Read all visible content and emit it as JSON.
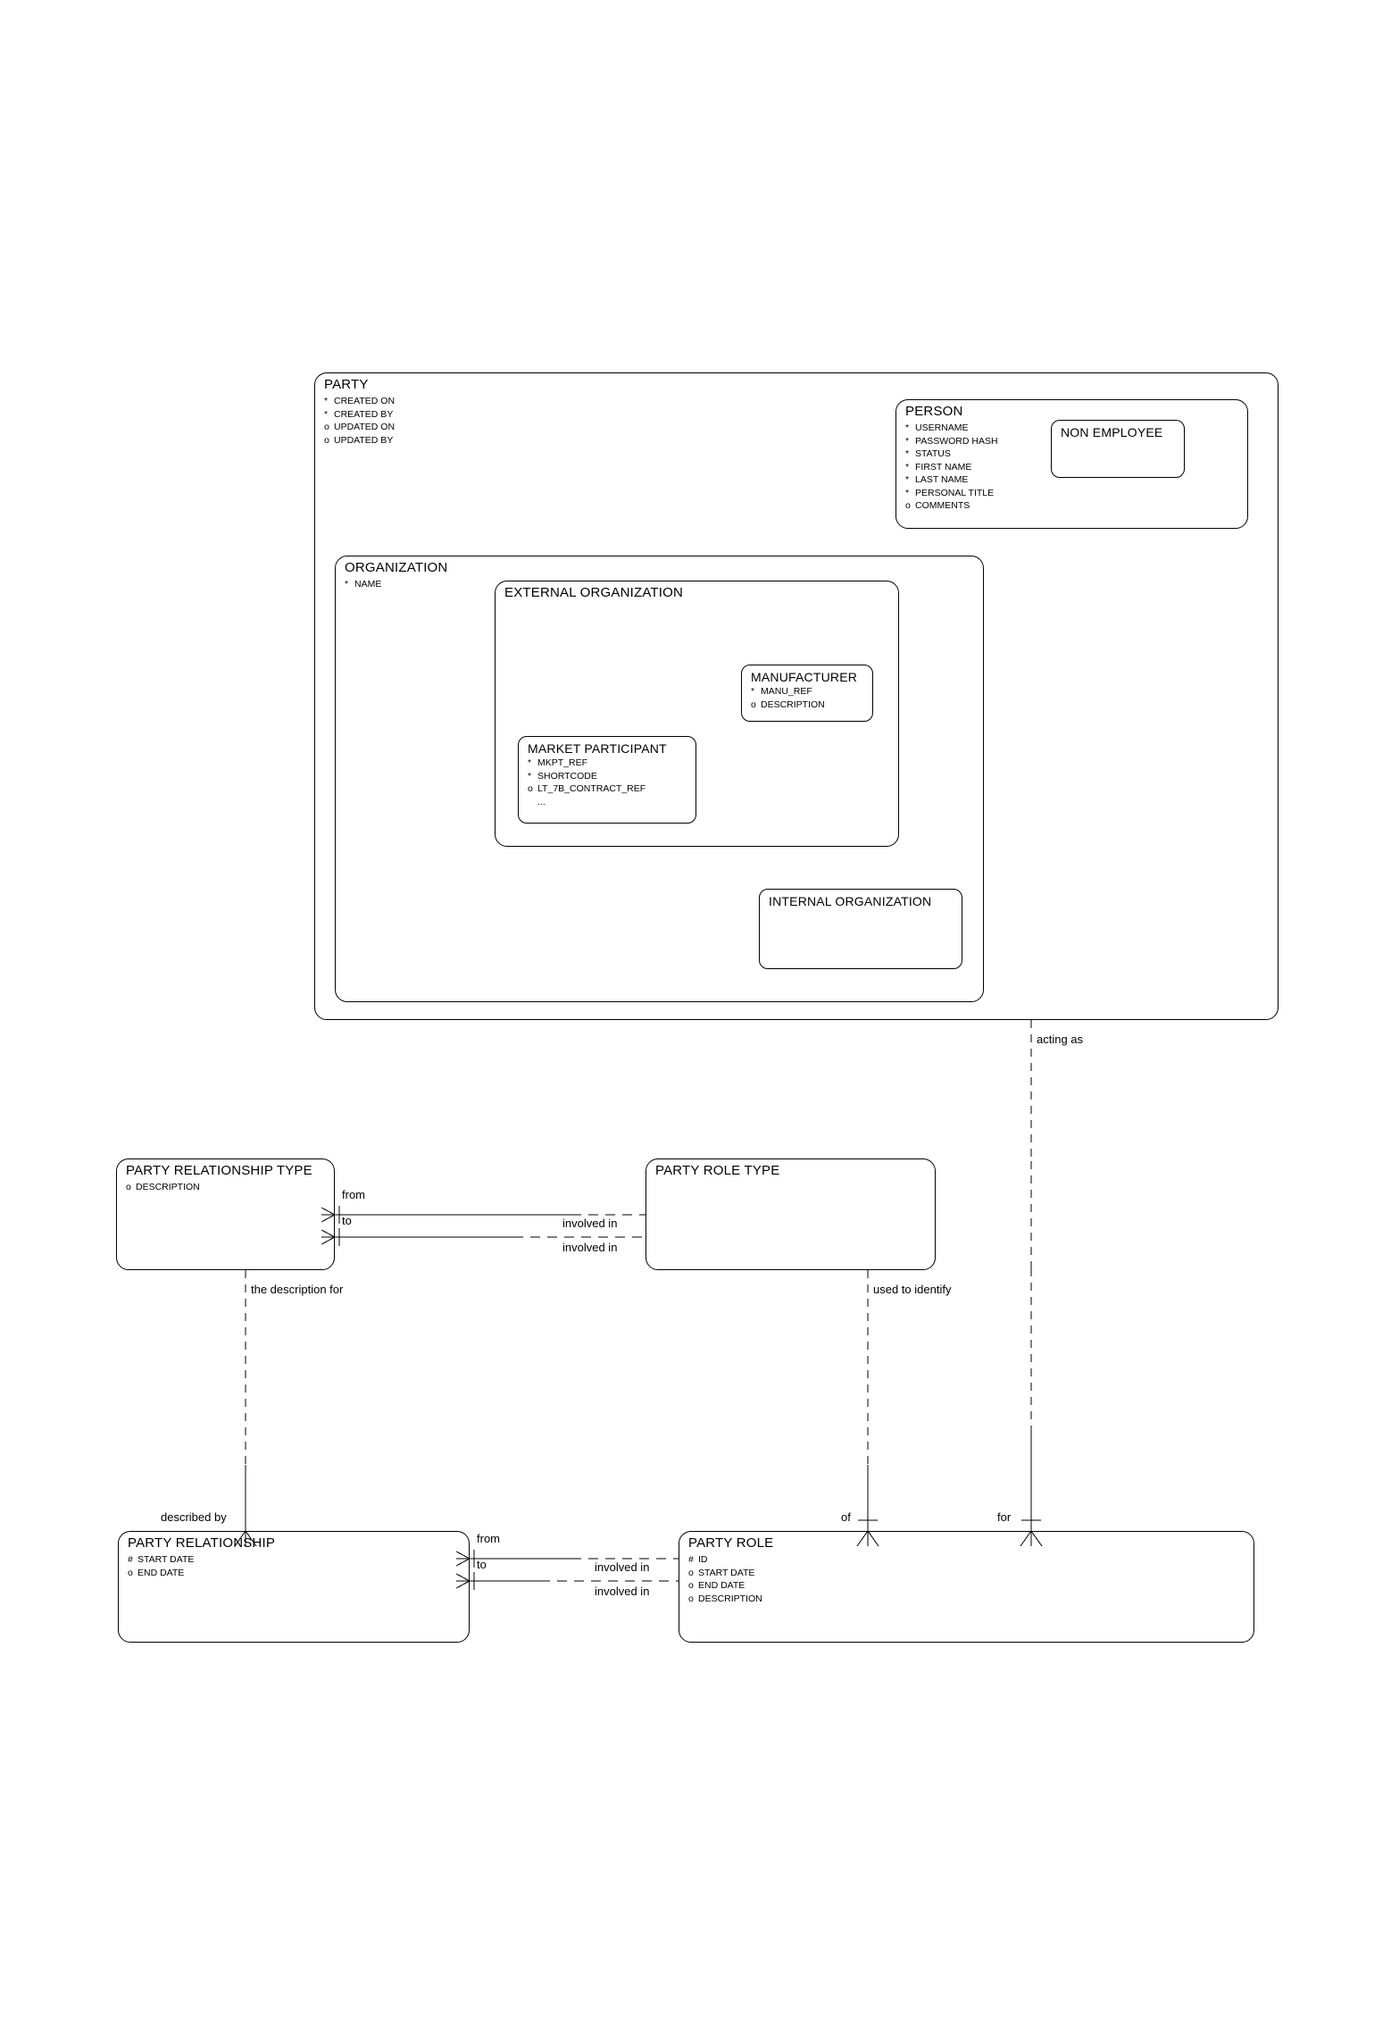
{
  "diagram": {
    "notation": "barker-er",
    "line_color": "#000000",
    "background": "#ffffff"
  },
  "entities": {
    "party": {
      "title": "PARTY",
      "attributes": [
        {
          "mark": "*",
          "name": "CREATED ON"
        },
        {
          "mark": "*",
          "name": "CREATED BY"
        },
        {
          "mark": "o",
          "name": "UPDATED ON"
        },
        {
          "mark": "o",
          "name": "UPDATED BY"
        }
      ]
    },
    "person": {
      "title": "PERSON",
      "attributes": [
        {
          "mark": "*",
          "name": "USERNAME"
        },
        {
          "mark": "*",
          "name": "PASSWORD HASH"
        },
        {
          "mark": "*",
          "name": "STATUS"
        },
        {
          "mark": "*",
          "name": "FIRST NAME"
        },
        {
          "mark": "*",
          "name": "LAST NAME"
        },
        {
          "mark": "*",
          "name": "PERSONAL TITLE"
        },
        {
          "mark": "o",
          "name": "COMMENTS"
        }
      ]
    },
    "non_employee": {
      "title": "NON EMPLOYEE",
      "attributes": []
    },
    "organization": {
      "title": "ORGANIZATION",
      "attributes": [
        {
          "mark": "*",
          "name": "NAME"
        }
      ]
    },
    "external_organization": {
      "title": "EXTERNAL ORGANIZATION",
      "attributes": []
    },
    "manufacturer": {
      "title": "MANUFACTURER",
      "attributes": [
        {
          "mark": "*",
          "name": "MANU_REF"
        },
        {
          "mark": "o",
          "name": "DESCRIPTION"
        }
      ]
    },
    "market_participant": {
      "title": "MARKET PARTICIPANT",
      "attributes": [
        {
          "mark": "*",
          "name": "MKPT_REF"
        },
        {
          "mark": "*",
          "name": "SHORTCODE"
        },
        {
          "mark": "o",
          "name": "LT_7B_CONTRACT_REF"
        },
        {
          "mark": "",
          "name": "..."
        }
      ]
    },
    "internal_organization": {
      "title": "INTERNAL ORGANIZATION",
      "attributes": []
    },
    "party_relationship_type": {
      "title": "PARTY RELATIONSHIP TYPE",
      "attributes": [
        {
          "mark": "o",
          "name": "DESCRIPTION"
        }
      ]
    },
    "party_role_type": {
      "title": "PARTY ROLE TYPE",
      "attributes": []
    },
    "party_relationship": {
      "title": "PARTY RELATIONSHIP",
      "attributes": [
        {
          "mark": "#",
          "name": "START DATE"
        },
        {
          "mark": "o",
          "name": "END DATE"
        }
      ]
    },
    "party_role": {
      "title": "PARTY ROLE",
      "attributes": [
        {
          "mark": "#",
          "name": "ID"
        },
        {
          "mark": "o",
          "name": "START DATE"
        },
        {
          "mark": "o",
          "name": "END DATE"
        },
        {
          "mark": "o",
          "name": "DESCRIPTION"
        }
      ]
    }
  },
  "relationship_labels": {
    "acting_as": "acting as",
    "prt_from": "from",
    "prt_to": "to",
    "prt_involved_in_1": "involved in",
    "prt_involved_in_2": "involved in",
    "the_description_for": "the description for",
    "used_to_identify": "used to identify",
    "described_by": "described by",
    "pr_from": "from",
    "pr_to": "to",
    "pr_involved_in_1": "involved in",
    "pr_involved_in_2": "involved in",
    "of": "of",
    "for": "for"
  }
}
